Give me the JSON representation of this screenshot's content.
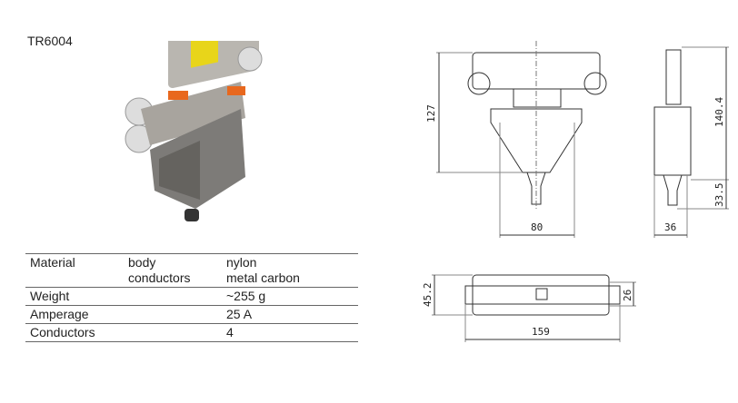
{
  "title": "TR6004",
  "specs": {
    "rows": [
      {
        "label": "Material",
        "sub": [
          "body",
          "conductors"
        ],
        "value": [
          "nylon",
          "metal carbon"
        ]
      },
      {
        "label": "Weight",
        "sub": [],
        "value": [
          "~255 g"
        ]
      },
      {
        "label": "Amperage",
        "sub": [],
        "value": [
          "25 A"
        ]
      },
      {
        "label": "Conductors",
        "sub": [],
        "value": [
          "4"
        ]
      }
    ]
  },
  "drawings": {
    "front": {
      "height": "127",
      "width": "80"
    },
    "side": {
      "height": "140.4",
      "lower": "33.5",
      "width": "36"
    },
    "top": {
      "depth": "45.2",
      "inner": "26",
      "length": "159"
    }
  },
  "colors": {
    "accent_orange": "#e8681e",
    "label_yellow": "#e8d51a",
    "body_grey": "#7d7b78"
  }
}
